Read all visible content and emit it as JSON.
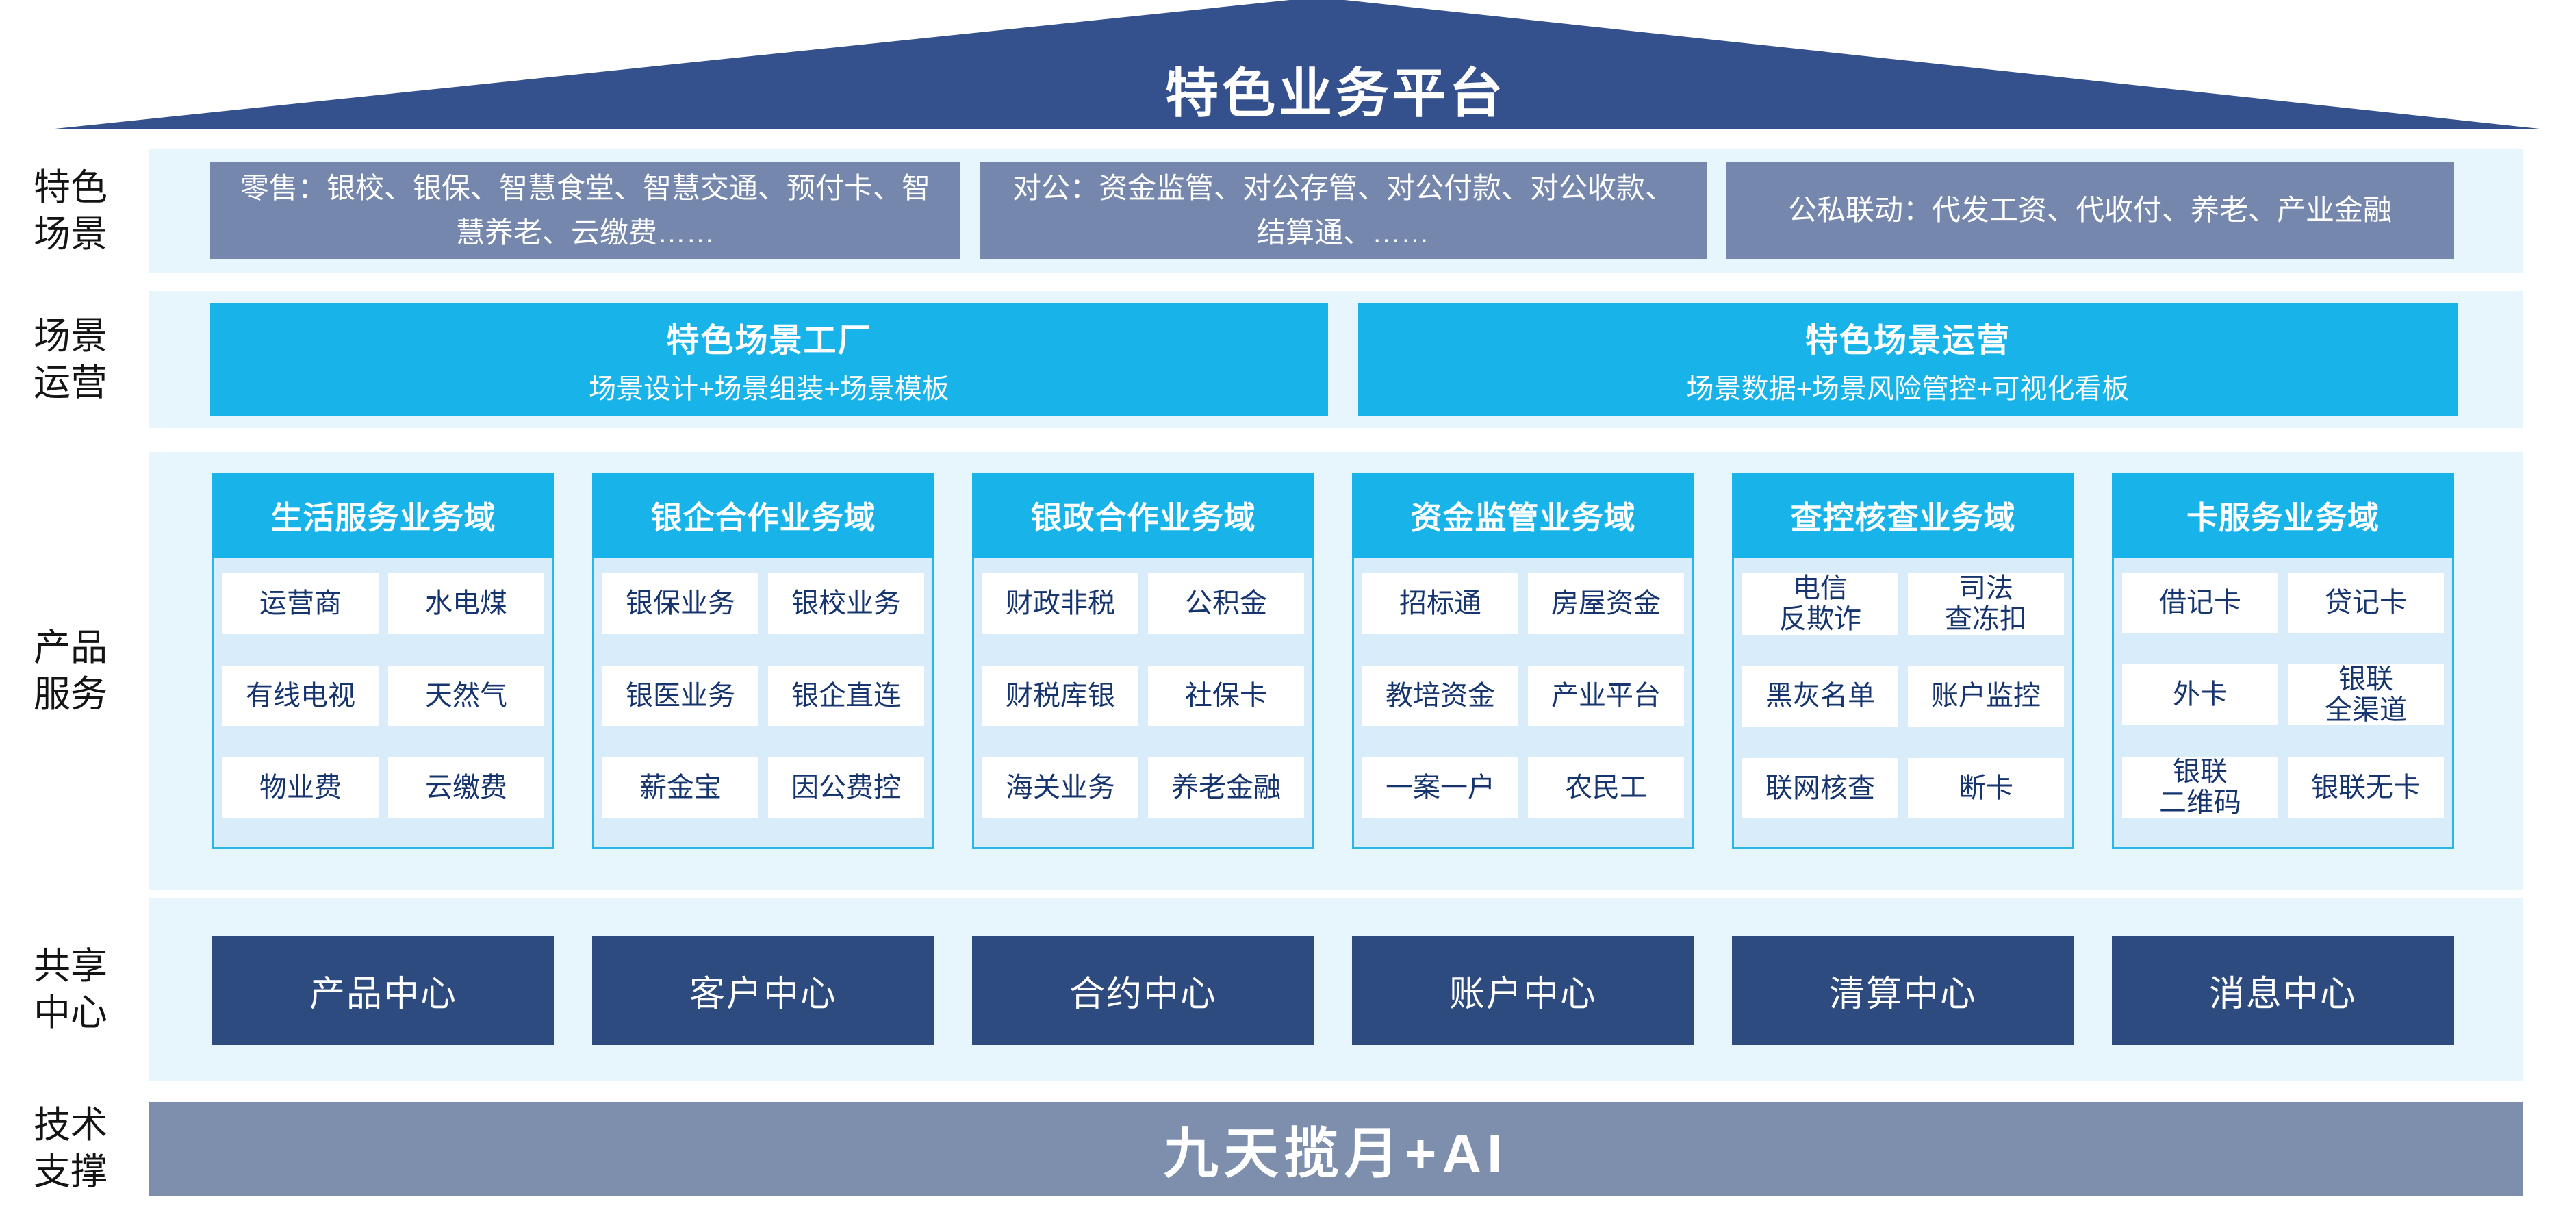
{
  "title": "特色业务平台",
  "colors": {
    "roof_navy": "#34518D",
    "steel_blue_box": "#7587AC",
    "tech_bar_steel": "#7E8FAE",
    "band_light_blue": "#E7F5FC",
    "cyan": "#18B3E9",
    "column_body_blue": "#D8EDF9",
    "column_border_cyan": "#29B7EA",
    "center_navy": "#2D4B7E",
    "cell_text_navy": "#16356F"
  },
  "rows": {
    "scenarios": {
      "label": "特色\n场景",
      "boxes": [
        "零售：银校、银保、智慧食堂、智慧交通、预付卡、智慧养老、云缴费……",
        "对公：资金监管、对公存管、对公付款、对公收款、结算通、……",
        "公私联动：代发工资、代收付、养老、产业金融"
      ]
    },
    "operation": {
      "label": "场景\n运营",
      "boxes": [
        {
          "title": "特色场景工厂",
          "subtitle": "场景设计+场景组装+场景模板"
        },
        {
          "title": "特色场景运营",
          "subtitle": "场景数据+场景风险管控+可视化看板"
        }
      ]
    },
    "products": {
      "label": "产品\n服务",
      "columns": [
        {
          "header": "生活服务业务域",
          "cells": [
            "运营商",
            "水电煤",
            "有线电视",
            "天然气",
            "物业费",
            "云缴费"
          ]
        },
        {
          "header": "银企合作业务域",
          "cells": [
            "银保业务",
            "银校业务",
            "银医业务",
            "银企直连",
            "薪金宝",
            "因公费控"
          ]
        },
        {
          "header": "银政合作业务域",
          "cells": [
            "财政非税",
            "公积金",
            "财税库银",
            "社保卡",
            "海关业务",
            "养老金融"
          ]
        },
        {
          "header": "资金监管业务域",
          "cells": [
            "招标通",
            "房屋资金",
            "教培资金",
            "产业平台",
            "一案一户",
            "农民工"
          ]
        },
        {
          "header": "查控核查业务域",
          "cells": [
            "电信\n反欺诈",
            "司法\n查冻扣",
            "黑灰名单",
            "账户监控",
            "联网核查",
            "断卡"
          ]
        },
        {
          "header": "卡服务业务域",
          "cells": [
            "借记卡",
            "贷记卡",
            "外卡",
            "银联\n全渠道",
            "银联\n二维码",
            "银联无卡"
          ]
        }
      ]
    },
    "shared": {
      "label": "共享\n中心",
      "boxes": [
        "产品中心",
        "客户中心",
        "合约中心",
        "账户中心",
        "清算中心",
        "消息中心"
      ]
    },
    "tech": {
      "label": "技术\n支撑",
      "bar": "九天揽月+AI"
    }
  }
}
